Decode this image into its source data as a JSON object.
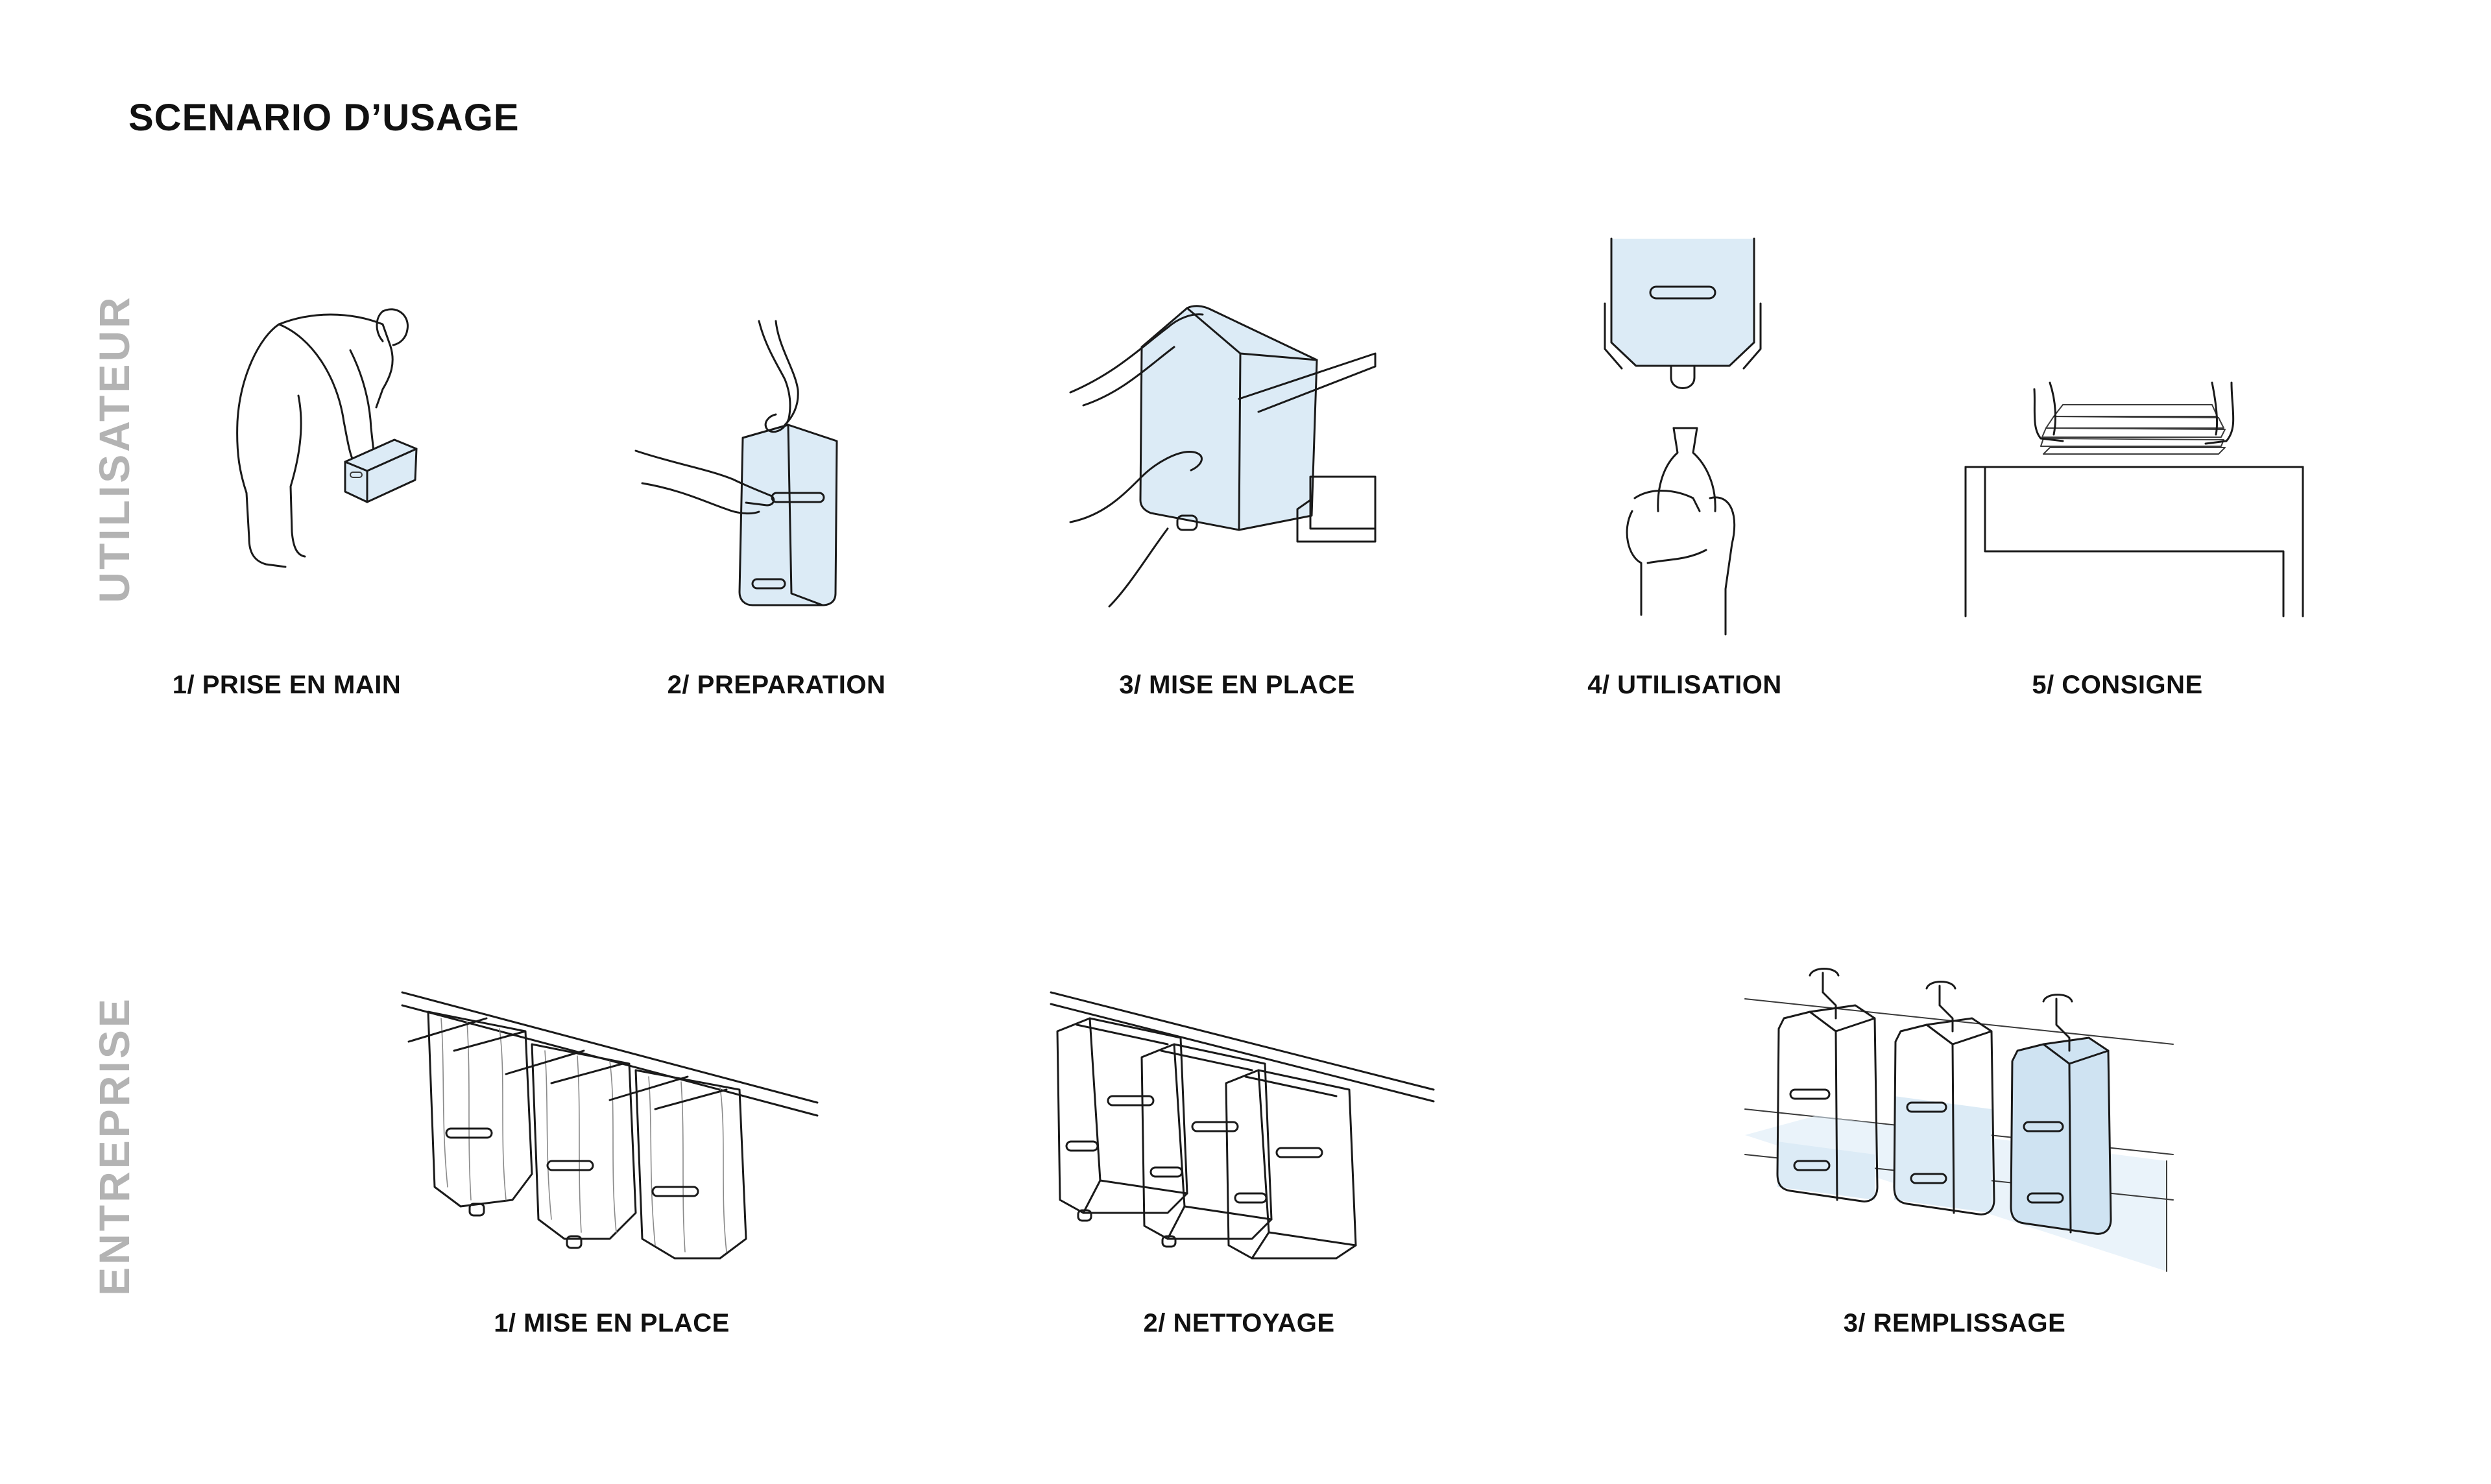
{
  "title": "SCENARIO D’USAGE",
  "rows": {
    "user": {
      "label": "UTILISATEUR",
      "steps": [
        "1/ PRISE EN MAIN",
        "2/ PREPARATION",
        "3/ MISE EN PLACE",
        "4/ UTILISATION",
        "5/ CONSIGNE"
      ]
    },
    "company": {
      "label": "ENTREPRISE",
      "steps": [
        "1/ MISE EN PLACE",
        "2/ NETTOYAGE",
        "3/ REMPLISSAGE"
      ]
    }
  },
  "colors": {
    "text": "#111111",
    "row_label": "#b3b3b3",
    "water": "#dcebf6",
    "line": "#1a1a1a"
  }
}
